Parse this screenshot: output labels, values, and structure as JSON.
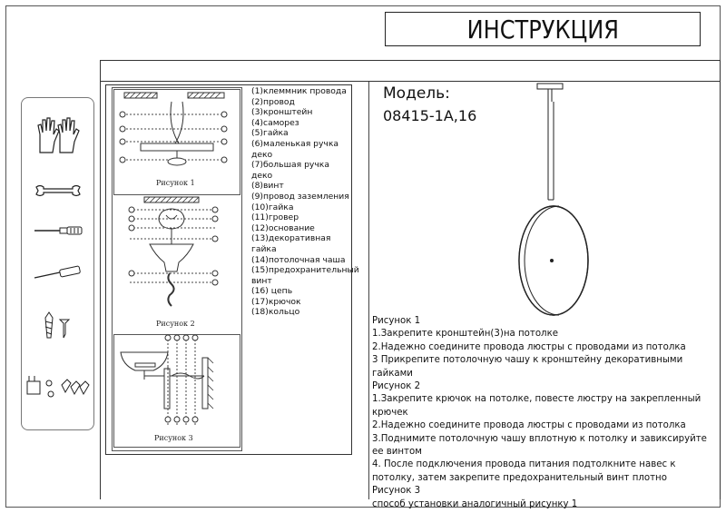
{
  "header": {
    "title": "ИНСТРУКЦИЯ"
  },
  "tools": [
    {
      "icon": "gloves-icon"
    },
    {
      "icon": "wrench-icon"
    },
    {
      "icon": "flat-screwdriver-icon"
    },
    {
      "icon": "phillips-screwdriver-icon"
    },
    {
      "icon": "screws-icon"
    },
    {
      "icon": "wall-anchors-icon"
    }
  ],
  "figures": {
    "fig1_caption": "Рисунок 1",
    "fig2_caption": "Рисунок 2",
    "fig3_caption": "Рисунок 3"
  },
  "parts": [
    "(1)клеммник провода",
    "(2)провод",
    "(3)кронштейн",
    "(4)саморез",
    "(5)гайка",
    "(6)маленькая ручка деко",
    "(7)большая ручка деко",
    "(8)винт",
    "(9)провод заземления",
    "(10)гайка",
    "(11)гровер",
    "(12)основание",
    "(13)декоративная гайка",
    "(14)потолочная чаша",
    "(15)предохранительный винт",
    "(16) цепь",
    "(17)крючок",
    "(18)кольцо"
  ],
  "model": {
    "label": "Модель:",
    "value": "08415-1A,16"
  },
  "instructions": [
    "Рисунок 1",
    "1.Закрепите кронштейн(3)на потолке",
    "2.Надежно соедините провода люстры с проводами из потолка",
    "3 Прикрепите потолочную чашу к кронштейну декоративными гайками",
    "Рисунок 2",
    "1.Закрепите крючок на потолке, повесте люстру на закрепленный крючек",
    "2.Надежно соедините провода люстры с проводами из потолка",
    "3.Поднимите потолочную чашу вплотную к потолку и завиксируйте ее винтом",
    "4.  После подключения провода питания подтолкните навес к потолку, затем закрепите предохранительный винт плотно",
    "Рисунок 3",
    "способ установки аналогичный рисунку 1"
  ]
}
